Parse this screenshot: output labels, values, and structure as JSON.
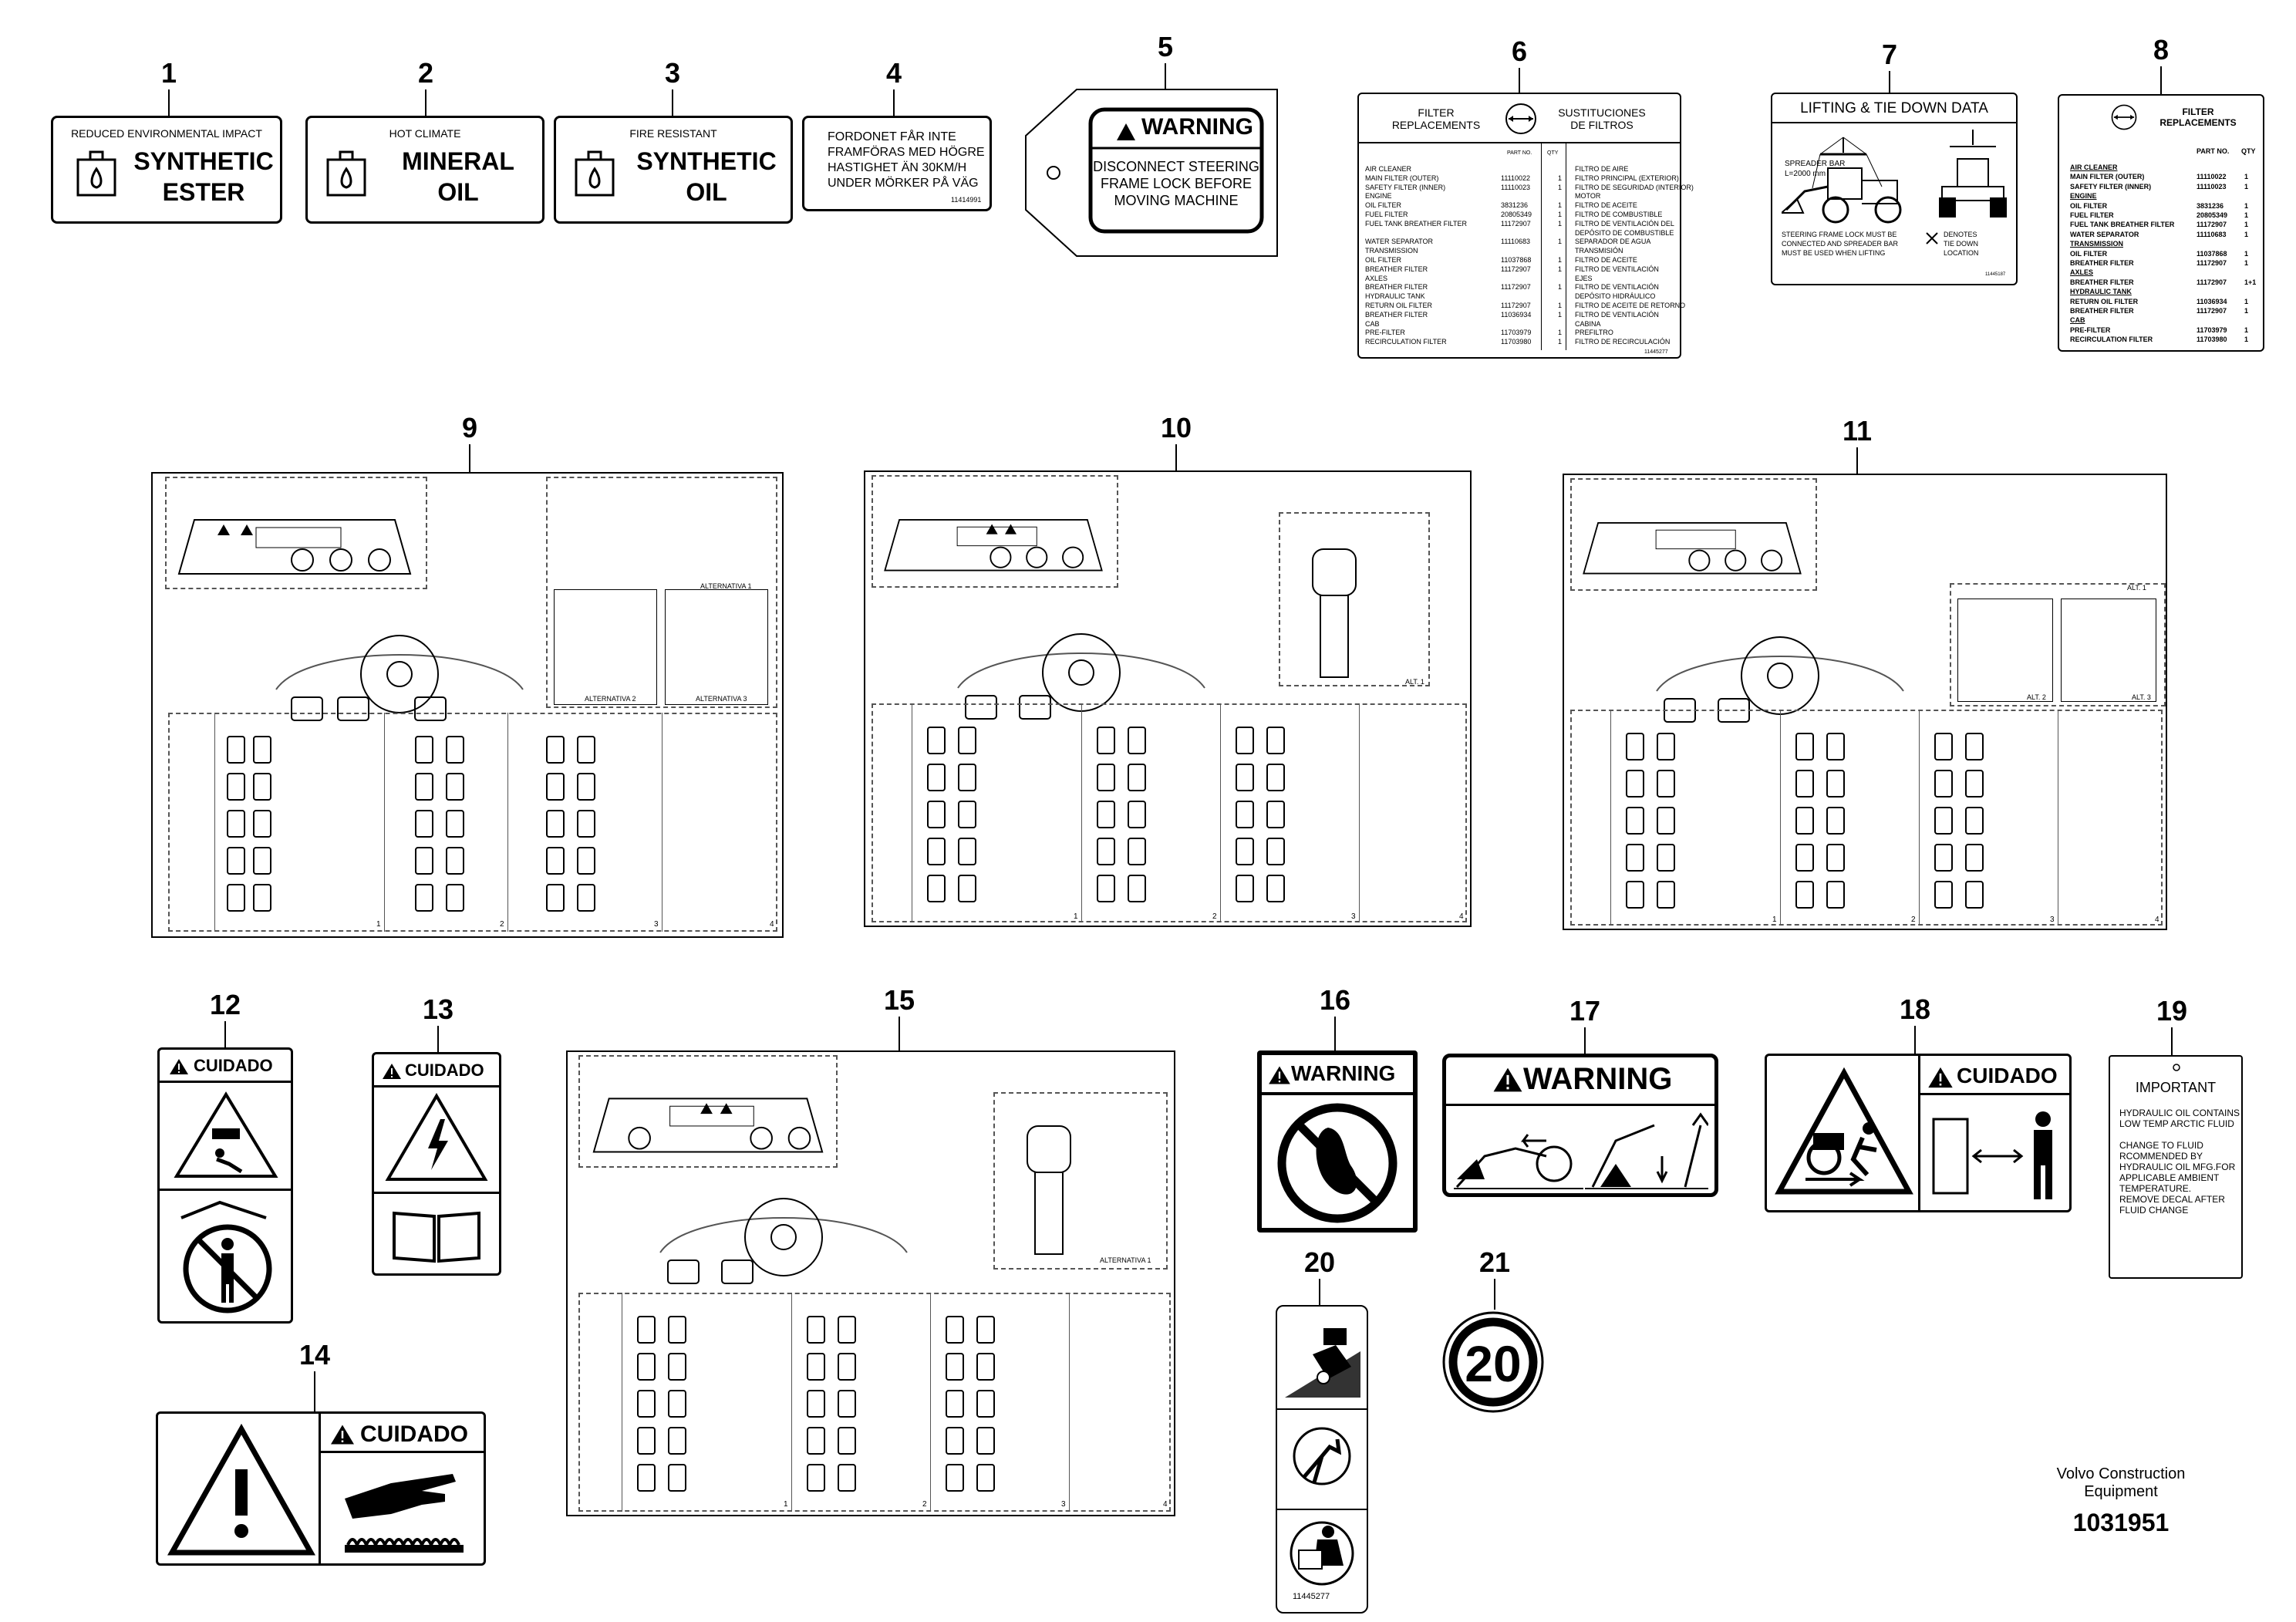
{
  "callouts": [
    "1",
    "2",
    "3",
    "4",
    "5",
    "6",
    "7",
    "8",
    "9",
    "10",
    "11",
    "12",
    "13",
    "14",
    "15",
    "16",
    "17",
    "18",
    "19",
    "20",
    "21"
  ],
  "decal1": {
    "top": "REDUCED ENVIRONMENTAL IMPACT",
    "line1": "SYNTHETIC",
    "line2": "ESTER"
  },
  "decal2": {
    "top": "HOT CLIMATE",
    "line1": "MINERAL",
    "line2": "OIL"
  },
  "decal3": {
    "top": "FIRE RESISTANT",
    "line1": "SYNTHETIC",
    "line2": "OIL"
  },
  "decal4": {
    "lines": [
      "FORDONET FÅR INTE",
      "FRAMFÖRAS MED HÖGRE",
      "HASTIGHET ÄN 30KM/H",
      "UNDER MÖRKER PÅ VÄG"
    ],
    "code": "11414991"
  },
  "decal5": {
    "title": "WARNING",
    "lines": [
      "DISCONNECT STEERING",
      "FRAME LOCK BEFORE",
      "MOVING MACHINE"
    ]
  },
  "decal6": {
    "left_title": [
      "FILTER",
      "REPLACEMENTS"
    ],
    "right_title": [
      "SUSTITUCIONES",
      "DE FILTROS"
    ],
    "col_part": "PART NO.",
    "col_qty": "QTY",
    "rows": [
      [
        "AIR CLEANER",
        "",
        "",
        "FILTRO DE AIRE"
      ],
      [
        "MAIN FILTER (OUTER)",
        "11110022",
        "1",
        "FILTRO PRINCIPAL (EXTERIOR)"
      ],
      [
        "SAFETY FILTER (INNER)",
        "11110023",
        "1",
        "FILTRO DE SEGURIDAD (INTERIOR)"
      ],
      [
        "ENGINE",
        "",
        "",
        "MOTOR"
      ],
      [
        "OIL FILTER",
        "3831236",
        "1",
        "FILTRO DE ACEITE"
      ],
      [
        "FUEL FILTER",
        "20805349",
        "1",
        "FILTRO DE COMBUSTIBLE"
      ],
      [
        "FUEL TANK BREATHER FILTER",
        "11172907",
        "1",
        "FILTRO DE VENTILACIÓN DEL"
      ],
      [
        "",
        "",
        "",
        "DEPÓSITO DE COMBUSTIBLE"
      ],
      [
        "WATER SEPARATOR",
        "11110683",
        "1",
        "SEPARADOR DE AGUA"
      ],
      [
        "TRANSMISSION",
        "",
        "",
        "TRANSMISIÓN"
      ],
      [
        "OIL FILTER",
        "11037868",
        "1",
        "FILTRO DE ACEITE"
      ],
      [
        "BREATHER FILTER",
        "11172907",
        "1",
        "FILTRO DE VENTILACIÓN"
      ],
      [
        "AXLES",
        "",
        "",
        "EJES"
      ],
      [
        "BREATHER FILTER",
        "11172907",
        "1",
        "FILTRO DE VENTILACIÓN"
      ],
      [
        "HYDRAULIC TANK",
        "",
        "",
        "DEPÓSITO HIDRÁULICO"
      ],
      [
        "RETURN OIL FILTER",
        "11172907",
        "1",
        "FILTRO DE ACEITE DE RETORNO"
      ],
      [
        "BREATHER FILTER",
        "11036934",
        "1",
        "FILTRO DE VENTILACIÓN"
      ],
      [
        "CAB",
        "",
        "",
        "CABINA"
      ],
      [
        "PRE-FILTER",
        "11703979",
        "1",
        "PREFILTRO"
      ],
      [
        "RECIRCULATION FILTER",
        "11703980",
        "1",
        "FILTRO DE RECIRCULACIÓN"
      ]
    ],
    "code": "11445277"
  },
  "decal7": {
    "title": "LIFTING & TIE DOWN DATA",
    "spreader": [
      "SPREADER BAR",
      "L=2000 mm"
    ],
    "note_left": [
      "STEERING FRAME LOCK MUST BE",
      "CONNECTED AND SPREADER BAR",
      "MUST BE USED WHEN LIFTING"
    ],
    "note_right": [
      "DENOTES",
      "TIE DOWN",
      "LOCATION"
    ],
    "code": "11445187"
  },
  "decal8": {
    "title": [
      "FILTER",
      "REPLACEMENTS"
    ],
    "col_part": "PART NO.",
    "col_qty": "QTY",
    "rows": [
      [
        "AIR CLEANER",
        "",
        ""
      ],
      [
        "MAIN FILTER (OUTER)",
        "11110022",
        "1"
      ],
      [
        "SAFETY FILTER (INNER)",
        "11110023",
        "1"
      ],
      [
        "ENGINE",
        "",
        ""
      ],
      [
        "OIL FILTER",
        "3831236",
        "1"
      ],
      [
        "FUEL FILTER",
        "20805349",
        "1"
      ],
      [
        "FUEL TANK BREATHER FILTER",
        "11172907",
        "1"
      ],
      [
        "WATER SEPARATOR",
        "11110683",
        "1"
      ],
      [
        "TRANSMISSION",
        "",
        ""
      ],
      [
        "OIL FILTER",
        "11037868",
        "1"
      ],
      [
        "BREATHER FILTER",
        "11172907",
        "1"
      ],
      [
        "AXLES",
        "",
        ""
      ],
      [
        "BREATHER FILTER",
        "11172907",
        "1+1"
      ],
      [
        "HYDRAULIC TANK",
        "",
        ""
      ],
      [
        "RETURN OIL FILTER",
        "11036934",
        "1"
      ],
      [
        "BREATHER FILTER",
        "11172907",
        "1"
      ],
      [
        "CAB",
        "",
        ""
      ],
      [
        "PRE-FILTER",
        "11703979",
        "1"
      ],
      [
        "RECIRCULATION FILTER",
        "11703980",
        "1"
      ]
    ]
  },
  "panel9": {
    "alt1": "ALTERNATIVA 1",
    "alt2": "ALTERNATIVA 2",
    "alt3": "ALTERNATIVA 3",
    "col_nums": [
      "1",
      "2",
      "3",
      "4"
    ]
  },
  "panel10": {
    "alt1": "ALT. 1",
    "col_nums": [
      "1",
      "2",
      "3",
      "4"
    ]
  },
  "panel11": {
    "alt1": "ALT. 1",
    "alt2": "ALT. 2",
    "alt3": "ALT. 3",
    "col_nums": [
      "1",
      "2",
      "3",
      "4"
    ]
  },
  "panel15": {
    "alt1": "ALTERNATIVA 1",
    "col_nums": [
      "1",
      "2",
      "3",
      "4"
    ]
  },
  "decal12": {
    "title": "CUIDADO"
  },
  "decal13": {
    "title": "CUIDADO"
  },
  "decal14": {
    "title": "CUIDADO"
  },
  "decal16": {
    "title": "WARNING"
  },
  "decal17": {
    "title": "WARNING"
  },
  "decal18": {
    "title": "CUIDADO"
  },
  "decal19": {
    "title": "IMPORTANT",
    "para1": [
      "HYDRAULIC OIL CONTAINS",
      "LOW TEMP ARCTIC FLUID"
    ],
    "para2": [
      "CHANGE TO FLUID",
      "RCOMMENDED BY",
      "HYDRAULIC OIL MFG.FOR",
      "APPLICABLE AMBIENT",
      "TEMPERATURE.",
      "REMOVE DECAL AFTER",
      "FLUID CHANGE"
    ]
  },
  "decal20": {
    "code": "11445277"
  },
  "decal21": {
    "value": "20"
  },
  "footer": {
    "brand_line1": "Volvo Construction",
    "brand_line2": "Equipment",
    "drawing_no": "1031951"
  }
}
